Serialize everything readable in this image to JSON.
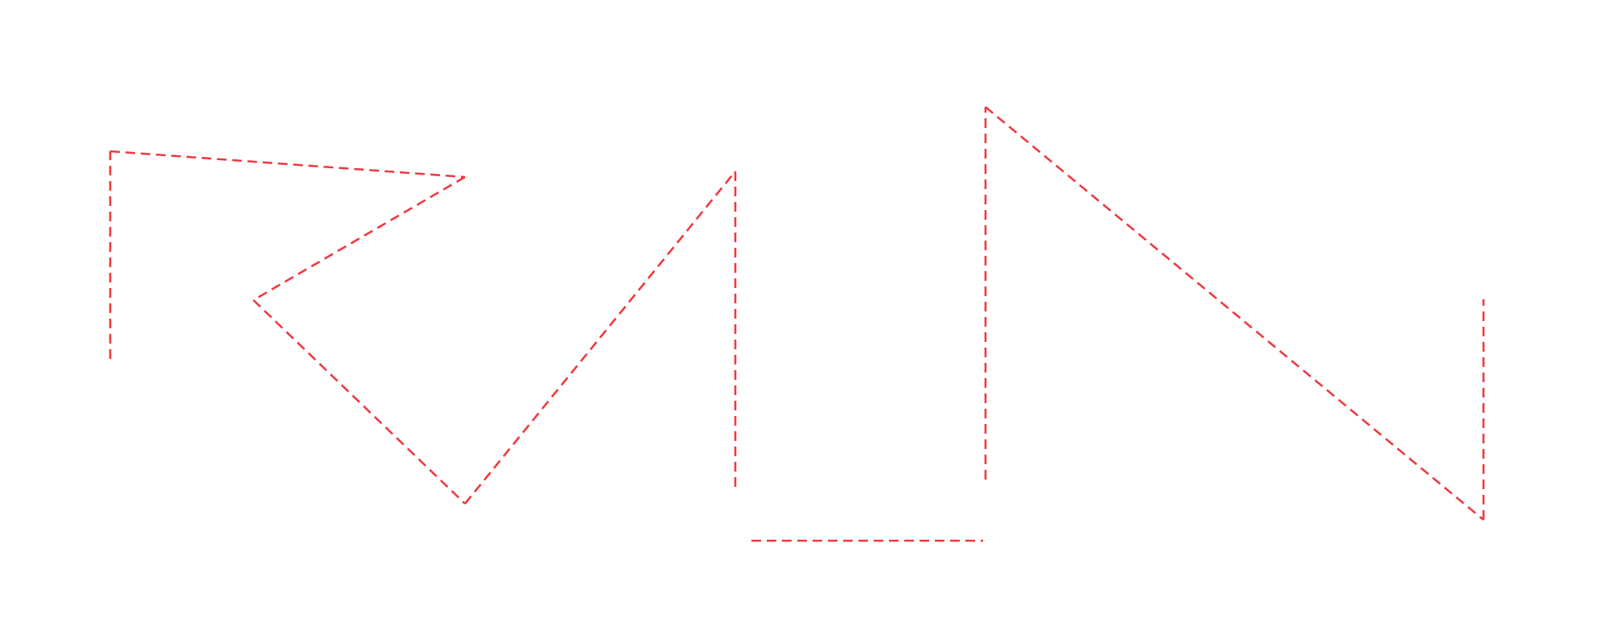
{
  "colors": {
    "background": "#ffffff",
    "stroke": "#f0393e"
  },
  "figure": {
    "kind": "dashed-polyline-drawing",
    "stroke_style": "dashed",
    "segment_count": 9
  }
}
